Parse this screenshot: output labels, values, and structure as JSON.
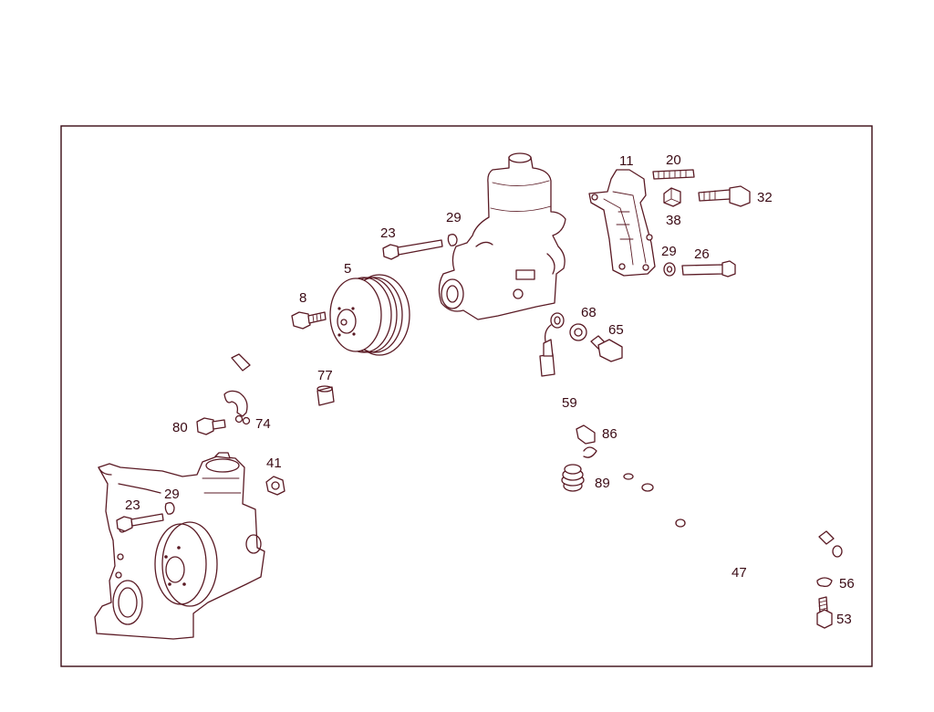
{
  "colors": {
    "line": "#5a1a24",
    "text": "#3a0a14",
    "background": "#ffffff"
  },
  "callouts": {
    "c5": "5",
    "c8": "8",
    "c11": "11",
    "c20": "20",
    "c23_top": "23",
    "c23_bottom": "23",
    "c26": "26",
    "c29_top": "29",
    "c29_right": "29",
    "c29_bottom": "29",
    "c32": "32",
    "c38": "38",
    "c41": "41",
    "c47": "47",
    "c53": "53",
    "c56": "56",
    "c59": "59",
    "c65": "65",
    "c68": "68",
    "c74": "74",
    "c77": "77",
    "c80": "80",
    "c86": "86",
    "c89": "89"
  }
}
